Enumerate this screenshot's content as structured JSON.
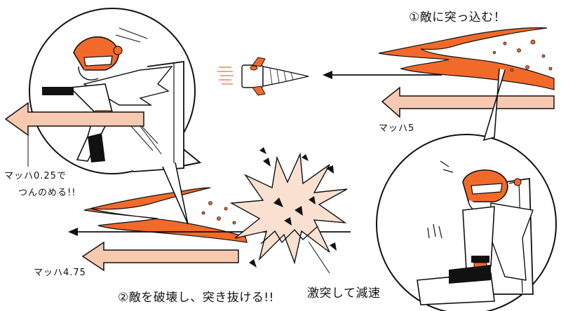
{
  "captions": {
    "step1": "①敵に突っ込む！",
    "step2": "②敵を破壊し、突き抜ける!!",
    "mach_slow_line1": "マッハ0.25で",
    "mach_slow_line2": "つんのめる!!",
    "mach_5": "マッハ5",
    "mach_475": "マッハ4.75",
    "collision": "激突して減速"
  },
  "colors": {
    "flame_orange": "#f26a2a",
    "speed_arrow_fill": "#f7c9b0",
    "ink": "#111111",
    "explosion_fill": "#f9e0d0",
    "helmet_orange": "#f26a2a"
  },
  "icons": {
    "rocket": "drill-rocket-icon",
    "explosion": "explosion-icon",
    "pilot": "pilot-figure-icon"
  }
}
